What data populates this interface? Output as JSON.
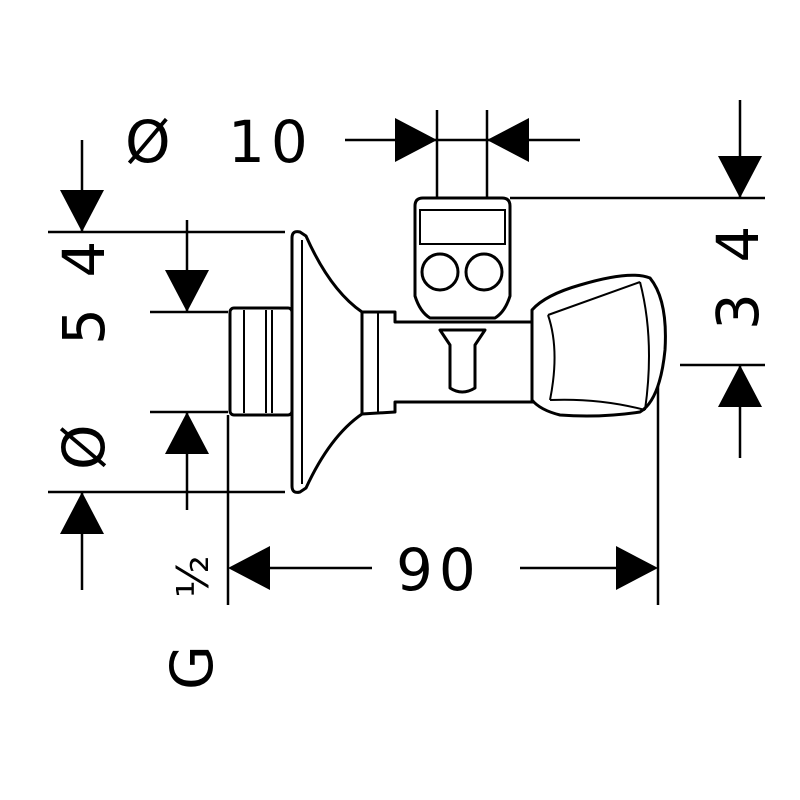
{
  "title": "Angle valve dimension drawing",
  "dimensions": {
    "outlet_diameter": {
      "symbol": "Ø",
      "value": "10"
    },
    "rosette_diameter": {
      "symbol": "Ø",
      "value": "5 4"
    },
    "thread": {
      "prefix": "G",
      "value": "½"
    },
    "length": {
      "value": "90"
    },
    "height": {
      "value": "3 4"
    }
  }
}
